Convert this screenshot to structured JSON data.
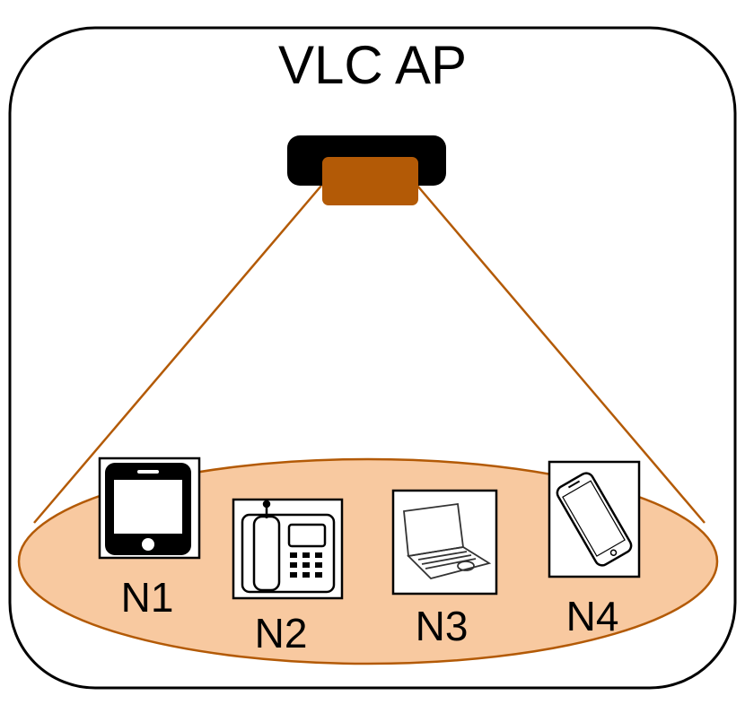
{
  "title": "VLC AP",
  "colors": {
    "frame": "#000000",
    "lamp_body": "#000000",
    "lamp_lens": "#b35a06",
    "beam_line": "#b35a06",
    "coverage_fill": "#f8c9a0",
    "coverage_stroke": "#b35a06",
    "device_box": "#ffffff"
  },
  "devices": [
    {
      "id": "N1",
      "label": "N1",
      "icon": "tablet-icon"
    },
    {
      "id": "N2",
      "label": "N2",
      "icon": "desk-phone-icon"
    },
    {
      "id": "N3",
      "label": "N3",
      "icon": "laptop-icon"
    },
    {
      "id": "N4",
      "label": "N4",
      "icon": "smartphone-icon"
    }
  ]
}
